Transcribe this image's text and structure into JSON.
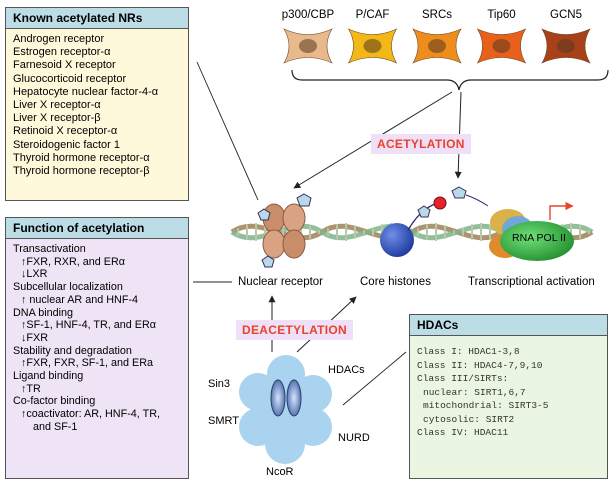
{
  "known_nrs": {
    "title": "Known acetylated NRs",
    "items": [
      "Androgen receptor",
      "Estrogen receptor-α",
      "Farnesoid X receptor",
      "Glucocorticoid receptor",
      "Hepatocyte nuclear factor-4-α",
      "Liver X receptor-α",
      "Liver X receptor-β",
      "Retinoid X receptor-α",
      "Steroidogenic factor 1",
      "Thyroid hormone receptor-α",
      "Thyroid hormone receptor-β"
    ]
  },
  "function": {
    "title": "Function of acetylation",
    "lines": [
      {
        "text": "Transactivation",
        "indent": 0
      },
      {
        "text": "↑FXR, RXR, and ERα",
        "indent": 1
      },
      {
        "text": "↓LXR",
        "indent": 1
      },
      {
        "text": "Subcellular localization",
        "indent": 0
      },
      {
        "text": "↑ nuclear AR and HNF-4",
        "indent": 1
      },
      {
        "text": "DNA binding",
        "indent": 0
      },
      {
        "text": "↑SF-1, HNF-4, TR, and ERα",
        "indent": 1
      },
      {
        "text": "↓FXR",
        "indent": 1
      },
      {
        "text": "Stability and degradation",
        "indent": 0
      },
      {
        "text": "↑FXR, FXR, SF-1, and ERa",
        "indent": 1
      },
      {
        "text": "Ligand binding",
        "indent": 0
      },
      {
        "text": "↑TR",
        "indent": 1
      },
      {
        "text": "Co-factor binding",
        "indent": 0
      },
      {
        "text": "↑coactivator: AR, HNF-4, TR,",
        "indent": 1
      },
      {
        "text": "and SF-1",
        "indent": 2
      }
    ]
  },
  "hdacs_box": {
    "title": "HDACs",
    "lines": [
      {
        "text": "Class I: HDAC1-3,8",
        "indent": 0
      },
      {
        "text": "Class II: HDAC4-7,9,10",
        "indent": 0
      },
      {
        "text": "Class III/SIRTs:",
        "indent": 0
      },
      {
        "text": "nuclear: SIRT1,6,7",
        "indent": 1
      },
      {
        "text": "mitochondrial: SIRT3-5",
        "indent": 1
      },
      {
        "text": "cytosolic: SIRT2",
        "indent": 1
      },
      {
        "text": "Class IV: HDAC11",
        "indent": 0
      }
    ]
  },
  "hats": [
    {
      "label": "p300/CBP",
      "color": "#e8b98a"
    },
    {
      "label": "P/CAF",
      "color": "#f2b818"
    },
    {
      "label": "SRCs",
      "color": "#ee8c1c"
    },
    {
      "label": "Tip60",
      "color": "#e8601a"
    },
    {
      "label": "GCN5",
      "color": "#a8401a"
    }
  ],
  "processes": {
    "acetylation": "ACETYLATION",
    "deacetylation": "DEACETYLATION"
  },
  "captions": {
    "nuclear_receptor": "Nuclear receptor",
    "core_histones": "Core histones",
    "transcriptional_activation": "Transcriptional activation",
    "rna_pol": "RNA POL II"
  },
  "complex": {
    "center": "HDACs",
    "parts": [
      "Sin3",
      "SMRT",
      "NcoR",
      "NURD"
    ]
  },
  "colors": {
    "accent_red": "#e8432c",
    "tag_bg": "#f0e0f7",
    "box_header": "#bcdde6",
    "nr_box_bg": "#fff9dc",
    "function_box_bg": "#efe4f6",
    "hdac_box_bg": "#eaf6e1",
    "complex_blue": "#a9d3ee",
    "rna_pol_green": "#2fa93a"
  }
}
